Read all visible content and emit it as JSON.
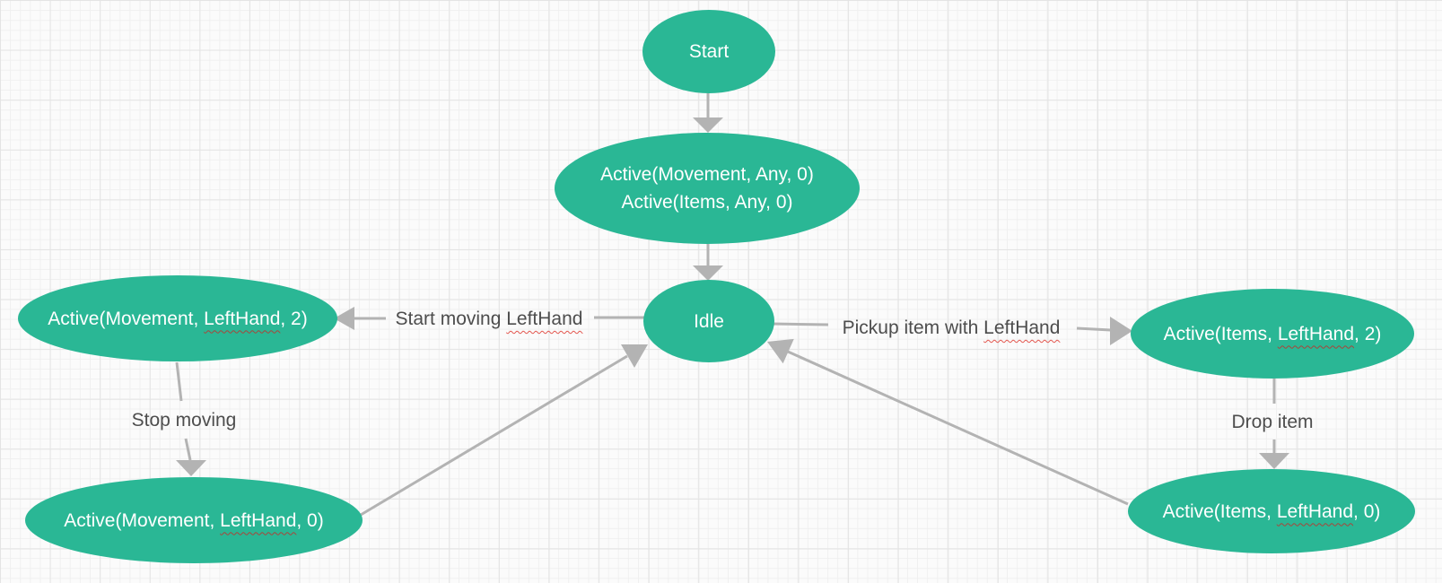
{
  "palette": {
    "node_fill": "#2ab795",
    "node_text": "#ffffff",
    "edge_color": "#b3b3b3",
    "label_text": "#4d4d4d",
    "squiggle_on_node": "#a8453a",
    "squiggle_on_canvas": "#e3564e",
    "canvas_bg": "#fbfbfb",
    "grid_minor": "#f0f0f0",
    "grid_major": "#e4e4e4"
  },
  "nodes": {
    "start": {
      "label": "Start"
    },
    "active_any": {
      "line1": "Active(Movement, Any, 0)",
      "line2": "Active(Items, Any, 0)"
    },
    "idle": {
      "label": "Idle"
    },
    "active_movement_2": {
      "pre": "Active(Movement, ",
      "word": "LeftHand",
      "post": ", 2)"
    },
    "active_movement_0": {
      "pre": "Active(Movement, ",
      "word": "LeftHand",
      "post": ", 0)"
    },
    "active_items_2": {
      "pre": "Active(Items, ",
      "word": "LeftHand",
      "post": ", 2)"
    },
    "active_items_0": {
      "pre": "Active(Items, ",
      "word": "LeftHand",
      "post": ", 0)"
    }
  },
  "edge_labels": {
    "start_moving": {
      "pre": "Start moving ",
      "word": "LeftHand"
    },
    "pickup": {
      "pre": "Pickup item with ",
      "word": "LeftHand"
    },
    "stop_moving": {
      "label": "Stop moving"
    },
    "drop_item": {
      "label": "Drop item"
    }
  }
}
